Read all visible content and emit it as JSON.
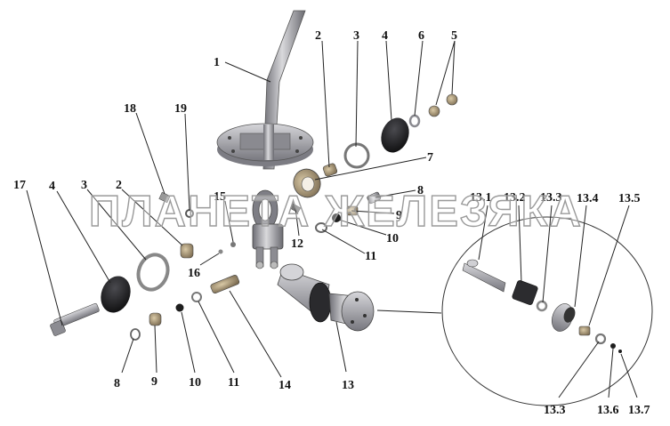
{
  "diagram": {
    "watermark": "ПЛАНЕТА ЖЕЛЕЗЯКА",
    "callouts": [
      "1",
      "2",
      "3",
      "4",
      "6",
      "5",
      "7",
      "8",
      "9",
      "10",
      "11",
      "12",
      "13",
      "14",
      "15",
      "16",
      "17",
      "4",
      "3",
      "2",
      "18",
      "19",
      "8",
      "9",
      "10",
      "11",
      "13.1",
      "13.2",
      "13.3",
      "13.4",
      "13.5",
      "13.3",
      "13.6",
      "13.7"
    ]
  },
  "colors": {
    "metal_light": "#c9c9cc",
    "metal_mid": "#9c9ca2",
    "metal_dark": "#5f5f66",
    "rubber": "#1b1b1d",
    "brass": "#b8a07a",
    "line": "#222222"
  }
}
